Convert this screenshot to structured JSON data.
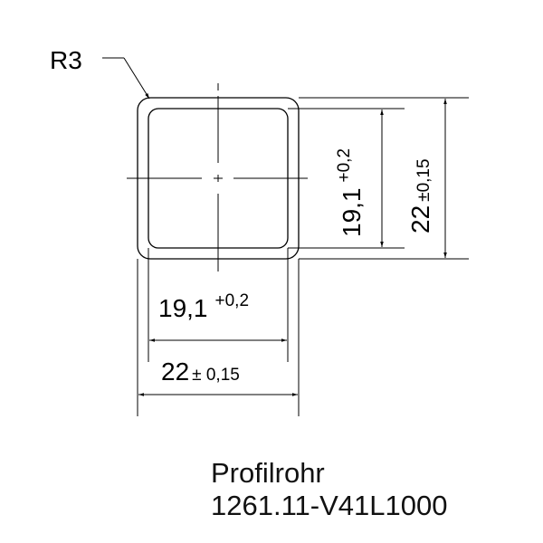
{
  "drawing": {
    "radius_label": "R3",
    "inner_width": {
      "value": "19,1",
      "tolerance": "+0,2"
    },
    "outer_width": {
      "value": "22",
      "tolerance": "± 0,15"
    },
    "inner_height": {
      "value": "19,1",
      "tolerance": "+0,2"
    },
    "outer_height": {
      "value": "22",
      "tolerance": "±0,15"
    },
    "colors": {
      "line": "#000000",
      "background": "#ffffff"
    }
  },
  "caption": {
    "title": "Profilrohr",
    "part_number": "1261.11-V41L1000"
  }
}
